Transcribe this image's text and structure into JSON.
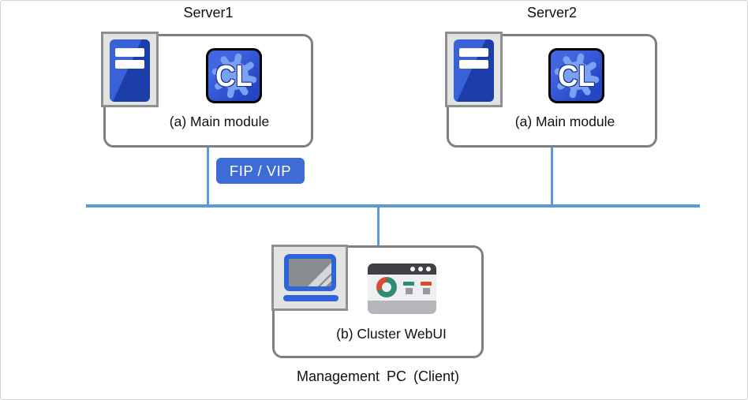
{
  "diagram": {
    "servers": [
      {
        "title": "Server1",
        "module_label": "(a) Main module",
        "logo_text": "CL"
      },
      {
        "title": "Server2",
        "module_label": "(a) Main module",
        "logo_text": "CL"
      }
    ],
    "badge": {
      "label": "FIP / VIP"
    },
    "management_pc": {
      "module_label": "(b) Cluster WebUI",
      "caption": "Management PC (Client)"
    },
    "icons": {
      "server": "server-tower-icon",
      "clusterpro_logo": "cl-app-icon",
      "laptop": "laptop-icon",
      "webui": "browser-dashboard-icon"
    },
    "colors": {
      "network_line": "#5B9BD5",
      "box_border": "#7F7F7F",
      "badge_bg": "#3D6CD7",
      "server_blue_dark": "#1B3EA8",
      "server_blue_light": "#3A62D8",
      "cl_icon_bg": "#2F52D0",
      "cl_gear": "#7BA2F2",
      "laptop_blue": "#2E63D9",
      "browser_topbar": "#3E4043",
      "donut_teal": "#2E8B74",
      "donut_red": "#DD4B2F"
    }
  }
}
